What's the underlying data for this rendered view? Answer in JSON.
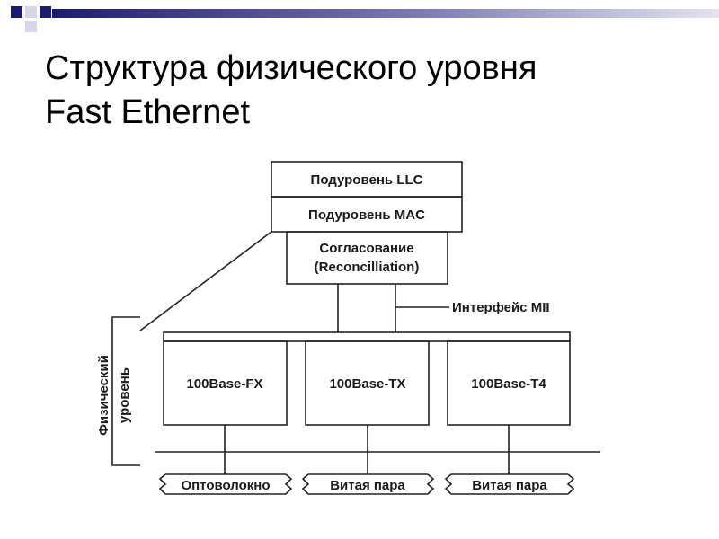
{
  "slide": {
    "title_line1": "Структура физического уровня",
    "title_line2": "Fast Ethernet"
  },
  "diagram": {
    "llc_label": "Подуровень LLC",
    "mac_label": "Подуровень MAC",
    "reconciliation_line1": "Согласование",
    "reconciliation_line2": "(Reconcilliation)",
    "mii_label": "Интерфейс MII",
    "phy_label_line1": "Физический",
    "phy_label_line2": "уровень",
    "phy_blocks": [
      "100Base-FX",
      "100Base-TX",
      "100Base-T4"
    ],
    "media": [
      "Оптоволокно",
      "Витая пара",
      "Витая пара"
    ]
  },
  "colors": {
    "banner_dark": "#1c1c6e",
    "banner_mid": "#6e6ea8",
    "banner_light": "#d6d6e8",
    "line": "#222222"
  }
}
